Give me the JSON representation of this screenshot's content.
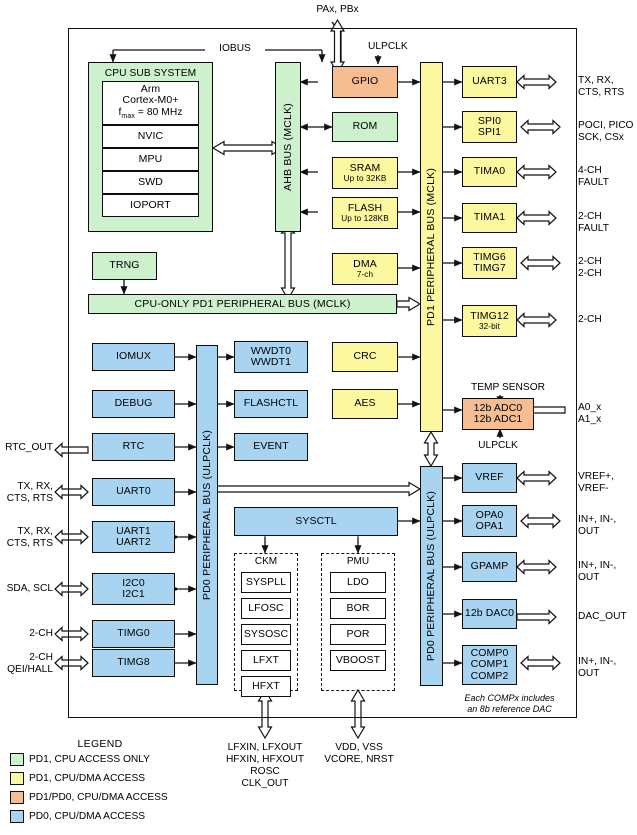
{
  "diagram": {
    "title": "MSPM0 Microcontroller Functional Block Diagram",
    "top_pins": "PAx, PBx",
    "iobus_label": "IOBUS",
    "ulpclk_top_label": "ULPCLK"
  },
  "buses": {
    "ahb": "AHB BUS (MCLK)",
    "pd1_peripheral": "PD1 PERIPHERAL BUS (MCLK)",
    "pd0_peripheral": "PD0 PERIPHERAL BUS (ULPCLK)",
    "cpu_only_pd1": "CPU-ONLY  PD1 PERIPHERAL BUS (MCLK)"
  },
  "cpu": {
    "title": "CPU SUB SYSTEM",
    "core_line1": "Arm",
    "core_line2": "Cortex-M0+",
    "core_line3_a": "f",
    "core_line3_sub": "max",
    "core_line3_b": " = 80 MHz",
    "items": [
      "NVIC",
      "MPU",
      "SWD",
      "IOPORT"
    ]
  },
  "memory_column": {
    "gpio": "GPIO",
    "rom": "ROM",
    "sram_name": "SRAM",
    "sram_sub": "Up to 32KB",
    "flash_name": "FLASH",
    "flash_sub": "Up to 128KB",
    "dma_name": "DMA",
    "dma_sub": "7-ch",
    "trng": "TRNG"
  },
  "pd1_peripherals": [
    {
      "name": "UART3",
      "sub": "",
      "io": "TX, RX,\nCTS, RTS",
      "stacked": false
    },
    {
      "name": "SPI0\nSPI1",
      "sub": "",
      "io": "POCI, PICO\nSCK, CSx",
      "stacked": true
    },
    {
      "name": "TIMA0",
      "sub": "",
      "io": "4-CH\nFAULT",
      "stacked": false
    },
    {
      "name": "TIMA1",
      "sub": "",
      "io": "2-CH\nFAULT",
      "stacked": false
    },
    {
      "name": "TIMG6\nTIMG7",
      "sub": "",
      "io": "2-CH\n2-CH",
      "stacked": true
    },
    {
      "name": "TIMG12",
      "sub": "32-bit",
      "io": "2-CH",
      "stacked": false
    }
  ],
  "pd1_logic": {
    "crc": "CRC",
    "aes": "AES"
  },
  "adc": {
    "temp_sensor": "TEMP SENSOR",
    "name_line1": "12b ADC0",
    "name_line2": "12b ADC1",
    "io": "A0_x\nA1_x",
    "ulpclk": "ULPCLK"
  },
  "analog_column": [
    {
      "name": "VREF",
      "io": "VREF+,\nVREF-",
      "stacked": false
    },
    {
      "name": "OPA0\nOPA1",
      "io": "IN+, IN-,\nOUT",
      "stacked": true
    },
    {
      "name": "GPAMP",
      "io": "IN+, IN-,\nOUT",
      "stacked": false
    },
    {
      "name": "12b DAC0",
      "io": "DAC_OUT",
      "stacked": false
    },
    {
      "name": "COMP0\nCOMP1\nCOMP2",
      "io": "IN+, IN-,\nOUT",
      "stacked": true
    }
  ],
  "comp_note": "Each COMPx includes\nan 8b reference DAC",
  "pd0_left_column": [
    {
      "name": "IOMUX",
      "io": "",
      "stacked": false
    },
    {
      "name": "DEBUG",
      "io": "",
      "stacked": false
    },
    {
      "name": "RTC",
      "io": "RTC_OUT",
      "stacked": false
    },
    {
      "name": "UART0",
      "io": "TX, RX,\nCTS, RTS",
      "stacked": false
    },
    {
      "name": "UART1\nUART2",
      "io": "TX, RX,\nCTS, RTS",
      "stacked": true
    },
    {
      "name": "I2C0\nI2C1",
      "io": "SDA, SCL",
      "stacked": true
    },
    {
      "name": "TIMG0",
      "io": "2-CH",
      "stacked": false
    },
    {
      "name": "TIMG8",
      "io": "2-CH\nQEI/HALL",
      "stacked": false
    }
  ],
  "pd0_mid_column": [
    {
      "name": "WWDT0\nWWDT1",
      "stacked": true
    },
    {
      "name": "FLASHCTL",
      "stacked": false
    },
    {
      "name": "EVENT",
      "stacked": false
    }
  ],
  "sysctl": {
    "name": "SYSCTL",
    "ckm_title": "CKM",
    "ckm_items": [
      "SYSPLL",
      "LFOSC",
      "SYSOSC",
      "LFXT",
      "HFXT"
    ],
    "pmu_title": "PMU",
    "pmu_items": [
      "LDO",
      "BOR",
      "POR",
      "VBOOST"
    ]
  },
  "bottom_pins": {
    "clock": "LFXIN, LFXOUT\nHFXIN, HFXOUT\nROSC\nCLK_OUT",
    "power": "VDD, VSS\nVCORE, NRST"
  },
  "legend": {
    "title": "LEGEND",
    "items": [
      {
        "label": "PD1, CPU ACCESS ONLY",
        "color": "#cdf0cd"
      },
      {
        "label": "PD1, CPU/DMA ACCESS",
        "color": "#fbf8a0"
      },
      {
        "label": "PD1/PD0, CPU/DMA ACCESS",
        "color": "#f6bd93"
      },
      {
        "label": "PD0, CPU/DMA ACCESS",
        "color": "#a8d4f2"
      }
    ]
  },
  "colors": {
    "pd1_cpu_only": "#cdf0cd",
    "pd1_cpu_dma": "#fbf8a0",
    "pd1_pd0": "#f6bd93",
    "pd0_cpu_dma": "#a8d4f2",
    "outline": "#111111"
  }
}
